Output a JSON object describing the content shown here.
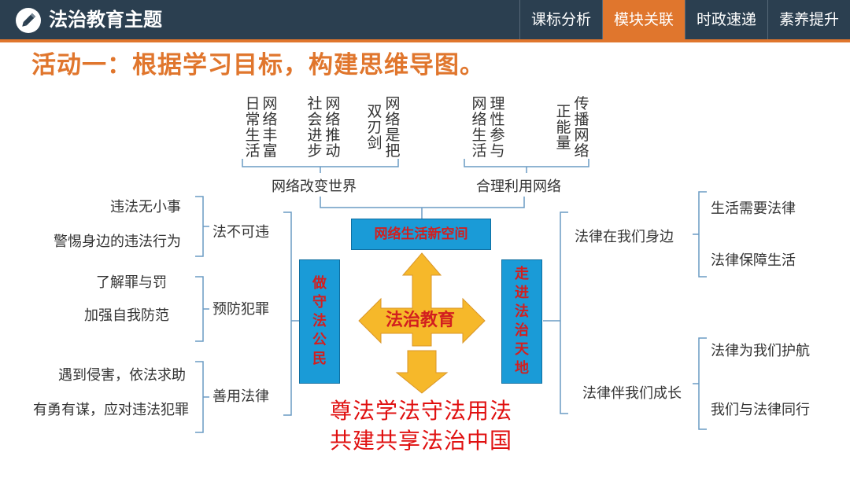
{
  "header": {
    "title": "法治教育主题",
    "tabs": [
      {
        "label": "课标分析",
        "active": false
      },
      {
        "label": "模块关联",
        "active": true
      },
      {
        "label": "时政速递",
        "active": false
      },
      {
        "label": "素养提升",
        "active": false
      }
    ],
    "colors": {
      "bar": "#2b3f50",
      "accent": "#e0762d"
    }
  },
  "heading": "活动一：根据学习目标，构建思维导图。",
  "top_left": {
    "label": "网络改变世界",
    "items": [
      "网络丰富日常生活",
      "网络推动社会进步",
      "网络是把双刃剑"
    ],
    "columns": [
      "网络丰富",
      "日常生活",
      "网络推动",
      "社会进步",
      "网络是把",
      "双刃剑"
    ]
  },
  "top_right": {
    "label": "合理利用网络",
    "items": [
      "理性参与网络生活",
      "传播网络正能量"
    ],
    "columns": [
      "理性参与",
      "网络生活",
      "传播网络",
      "正能量"
    ]
  },
  "center": {
    "top_box": "网络生活新空间",
    "left_box": "做守法公民",
    "right_box": "走进法治天地",
    "arrow_label": "法治教育",
    "colors": {
      "box": "#1a9bd7",
      "arrow": "#f6b82a",
      "text": "#d21f1f"
    }
  },
  "left_branch": {
    "groups": [
      {
        "label": "法不可违",
        "items": [
          "违法无小事",
          "警惕身边的违法行为"
        ]
      },
      {
        "label": "预防犯罪",
        "items": [
          "了解罪与罚",
          "加强自我防范"
        ]
      },
      {
        "label": "善用法律",
        "items": [
          "遇到侵害，依法求助",
          "有勇有谋，应对违法犯罪"
        ]
      }
    ]
  },
  "right_branch": {
    "groups": [
      {
        "label": "法律在我们身边",
        "items": [
          "生活需要法律",
          "法律保障生活"
        ]
      },
      {
        "label": "法律伴我们成长",
        "items": [
          "法律为我们护航",
          "我们与法律同行"
        ]
      }
    ]
  },
  "slogan": {
    "line1": "尊法学法守法用法",
    "line2": "共建共享法治中国"
  }
}
